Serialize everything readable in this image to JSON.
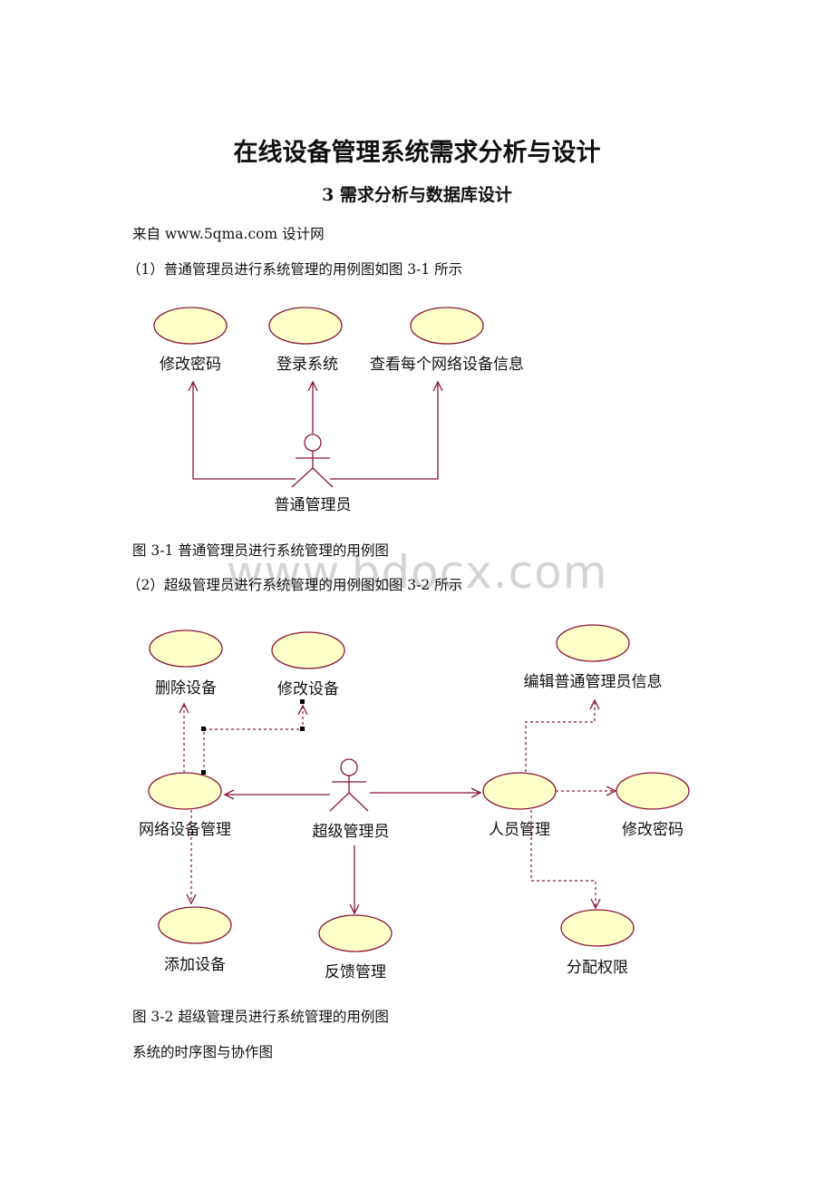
{
  "header": {
    "title": "在线设备管理系统需求分析与设计",
    "subtitle": "3 需求分析与数据库设计"
  },
  "body": {
    "source_line": "来自 www.5qma.com 设计网",
    "para1": "（1）普通管理员进行系统管理的用例图如图 3-1 所示",
    "caption1": "图 3-1 普通管理员进行系统管理的用例图",
    "para2": "（2）超级管理员进行系统管理的用例图如图 3-2 所示",
    "caption2": "图 3-2 超级管理员进行系统管理的用例图",
    "closing": "系统的时序图与协作图"
  },
  "watermark": "www.bdocx.com",
  "diagram1": {
    "actor": "普通管理员",
    "use_cases": [
      "修改密码",
      "登录系统",
      "查看每个网络设备信息"
    ]
  },
  "diagram2": {
    "actor": "超级管理员",
    "use_cases": {
      "delete_device": "删除设备",
      "modify_device": "修改设备",
      "edit_admin_info": "编辑普通管理员信息",
      "network_device_mgmt": "网络设备管理",
      "personnel_mgmt": "人员管理",
      "change_password": "修改密码",
      "add_device": "添加设备",
      "feedback_mgmt": "反馈管理",
      "assign_permissions": "分配权限"
    }
  },
  "colors": {
    "line": "#8a1538",
    "use_case_fill": "#ffffc8",
    "watermark": "#d4d4d4"
  }
}
